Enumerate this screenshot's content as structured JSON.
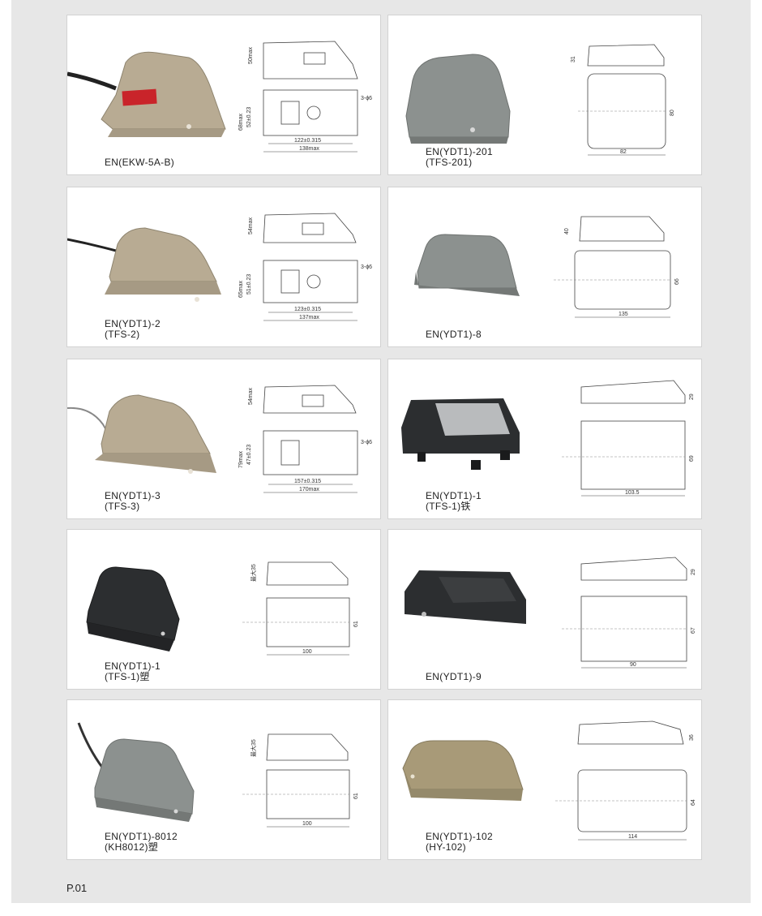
{
  "page_number": "P.01",
  "products": [
    {
      "model": "EN(EKW-5A-B)",
      "alt": "",
      "dims": {
        "height": "50max",
        "width_in": "52±0.23",
        "width_out": "68max",
        "len_in": "122±0.315",
        "len_out": "138max",
        "holes": "3-ϕ6"
      }
    },
    {
      "model": "EN(YDT1)-201",
      "alt": "(TFS-201)",
      "dims": {
        "height": "31",
        "width": "80",
        "length": "82"
      }
    },
    {
      "model": "EN(YDT1)-2",
      "alt": "(TFS-2)",
      "dims": {
        "height": "54max",
        "width_in": "51±0.23",
        "width_out": "65max",
        "len_in": "123±0.315",
        "len_out": "137max",
        "holes": "3-ϕ6"
      }
    },
    {
      "model": "EN(YDT1)-8",
      "alt": "",
      "dims": {
        "height": "40",
        "width": "66",
        "length": "135"
      }
    },
    {
      "model": "EN(YDT1)-3",
      "alt": "(TFS-3)",
      "dims": {
        "height": "54max",
        "width_in": "47±0.23",
        "width_out": "79max",
        "len_in": "157±0.315",
        "len_out": "170max",
        "holes": "3-ϕ6"
      }
    },
    {
      "model": "EN(YDT1)-1",
      "alt": "(TFS-1)铁",
      "dims": {
        "height": "29",
        "width": "69",
        "length": "103.5"
      }
    },
    {
      "model": "EN(YDT1)-1",
      "alt": "(TFS-1)塑",
      "dims": {
        "height": "最大35",
        "width": "61",
        "length": "100"
      }
    },
    {
      "model": "EN(YDT1)-9",
      "alt": "",
      "dims": {
        "height": "29",
        "width": "67",
        "length": "90"
      }
    },
    {
      "model": "EN(YDT1)-8012",
      "alt": "(KH8012)塑",
      "dims": {
        "height": "最大35",
        "width": "61",
        "length": "100"
      }
    },
    {
      "model": "EN(YDT1)-102",
      "alt": "(HY-102)",
      "dims": {
        "height": "36",
        "width": "64",
        "length": "114"
      }
    }
  ],
  "colors": {
    "beige_pedal": "#b8ab93",
    "grey_pedal": "#8c918f",
    "black_pedal": "#2c2e30",
    "gold_pedal": "#a89a78",
    "sheet_bg": "#e7e7e7"
  }
}
